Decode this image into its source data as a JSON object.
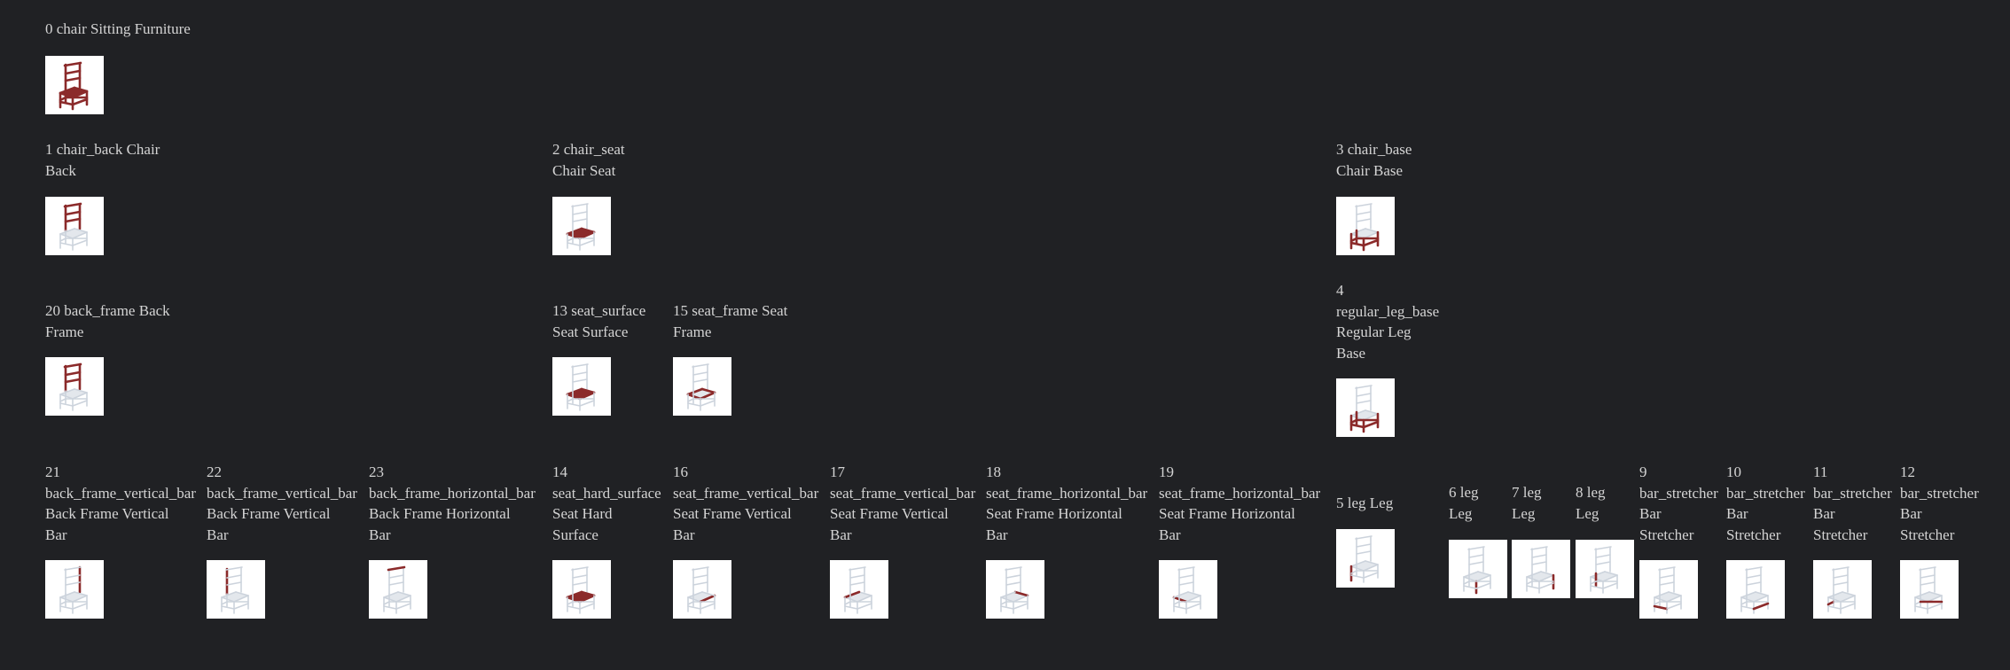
{
  "colors": {
    "background": "#202124",
    "text": "#d4d4d4",
    "highlight": "#8b2a2a",
    "chair": "#ccd3dc"
  },
  "nodes": [
    {
      "id": 0,
      "label": "0 chair Sitting Furniture",
      "part": "all"
    },
    {
      "id": 1,
      "label": "1 chair_back Chair\nBack",
      "part": "back"
    },
    {
      "id": 2,
      "label": "2 chair_seat\nChair Seat",
      "part": "seat"
    },
    {
      "id": 3,
      "label": "3 chair_base\nChair Base",
      "part": "base"
    },
    {
      "id": 20,
      "label": "20 back_frame Back\nFrame",
      "part": "back"
    },
    {
      "id": 13,
      "label": "13 seat_surface\nSeat Surface",
      "part": "seat"
    },
    {
      "id": 15,
      "label": "15 seat_frame Seat\nFrame",
      "part": "seatframe"
    },
    {
      "id": 4,
      "label": "4\nregular_leg_base\nRegular Leg\nBase",
      "part": "base"
    },
    {
      "id": 21,
      "label": "21\nback_frame_vertical_bar\nBack Frame Vertical\nBar",
      "part": "backbar_r"
    },
    {
      "id": 22,
      "label": "22\nback_frame_vertical_bar\nBack Frame Vertical\nBar",
      "part": "backbar_l"
    },
    {
      "id": 23,
      "label": "23\nback_frame_horizontal_bar\nBack Frame Horizontal\nBar",
      "part": "backtop"
    },
    {
      "id": 14,
      "label": "14\nseat_hard_surface\nSeat Hard\nSurface",
      "part": "seat"
    },
    {
      "id": 16,
      "label": "16\nseat_frame_vertical_bar\nSeat Frame Vertical\nBar",
      "part": "sfv1"
    },
    {
      "id": 17,
      "label": "17\nseat_frame_vertical_bar\nSeat Frame Vertical\nBar",
      "part": "sfv2"
    },
    {
      "id": 18,
      "label": "18\nseat_frame_horizontal_bar\nSeat Frame Horizontal\nBar",
      "part": "sfh1"
    },
    {
      "id": 19,
      "label": "19\nseat_frame_horizontal_bar\nSeat Frame Horizontal\nBar",
      "part": "sfh2"
    },
    {
      "id": 5,
      "label": "5 leg Leg",
      "part": "leg1"
    },
    {
      "id": 6,
      "label": "6 leg\nLeg",
      "part": "leg2"
    },
    {
      "id": 7,
      "label": "7 leg\nLeg",
      "part": "leg3"
    },
    {
      "id": 8,
      "label": "8 leg\nLeg",
      "part": "leg4"
    },
    {
      "id": 9,
      "label": "9\nbar_stretcher\nBar\nStretcher",
      "part": "str1"
    },
    {
      "id": 10,
      "label": "10\nbar_stretcher\nBar\nStretcher",
      "part": "str2"
    },
    {
      "id": 11,
      "label": "11\nbar_stretcher\nBar\nStretcher",
      "part": "str3"
    },
    {
      "id": 12,
      "label": "12\nbar_stretcher\nBar\nStretcher",
      "part": "str4"
    }
  ]
}
